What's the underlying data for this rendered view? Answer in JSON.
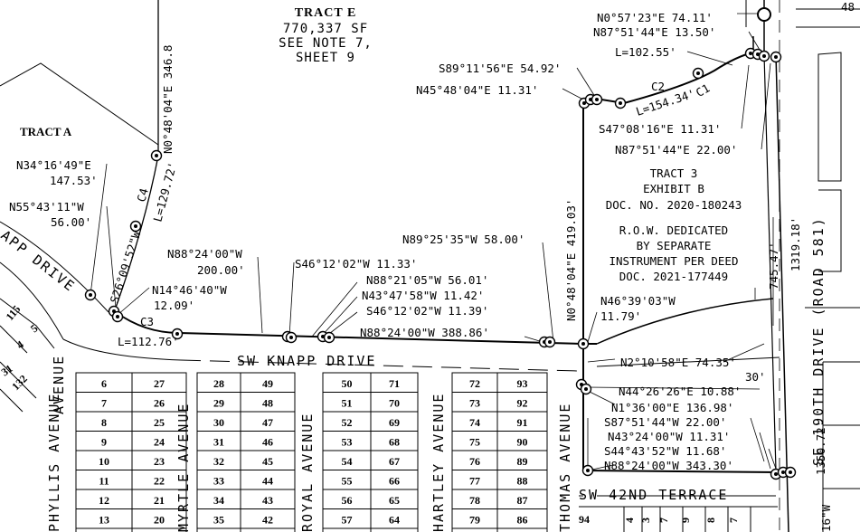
{
  "tracts": {
    "tract_e": [
      "TRACT E",
      "770,337 SF",
      "SEE NOTE 7,",
      "SHEET 9"
    ],
    "tract_a": "TRACT A",
    "tract_3": [
      "TRACT 3",
      "EXHIBIT B",
      "DOC. NO. 2020-180243"
    ],
    "row_note": [
      "R.O.W. DEDICATED",
      "BY SEPARATE",
      "INSTRUMENT PER DEED",
      "DOC. 2021-177449"
    ]
  },
  "roads": {
    "knapp": "SW KNAPP DRIVE",
    "knapp_curve": "APP DRIVE",
    "terrace": "SW 42ND TERRACE",
    "se190": "SE 190TH DRIVE (ROAD 581)",
    "phyllis": "PHYLLIS AVENUE",
    "myrtle": "MYRTLE AVENUE",
    "royal": "ROYAL AVENUE",
    "hartley": "HARTLEY AVENUE",
    "thomas": "THOMAS AVENUE",
    "avenue_left": "AVENUE"
  },
  "bearings": {
    "b01": "N0°57'23\"E  74.11'",
    "b02": "N87°51'44\"E  13.50'",
    "b03": "L=102.55'",
    "b04": "S89°11'56\"E  54.92'",
    "b05": "N45°48'04\"E  11.31'",
    "b06": "C2",
    "b07": "L=154.34'",
    "b08": "C1",
    "b09": "S47°08'16\"E  11.31'",
    "b10": "N87°51'44\"E  22.00'",
    "b11": "N0°48'04\"E  346.8",
    "b12": "N34°16'49\"E",
    "b13": "147.53'",
    "b14": "C4",
    "b15": "L=129.72'",
    "b16": "N55°43'11\"W",
    "b17": "56.00'",
    "b18": "S26°09'52\"W",
    "b19": "N14°46'40\"W",
    "b20": "12.09'",
    "b21": "C3",
    "b22": "L=112.76'",
    "b23": "N88°24'00\"W",
    "b24": "200.00'",
    "b25": "S46°12'02\"W  11.33'",
    "b26": "N88°21'05\"W  56.01'",
    "b27": "N43°47'58\"W  11.42'",
    "b28": "S46°12'02\"W  11.39'",
    "b29": "N88°24'00\"W  388.86'",
    "b30": "N89°25'35\"W  58.00'",
    "b31": "N0°48'04\"E  419.03'",
    "b32": "N46°39'03\"W",
    "b33": "11.79'",
    "b34": "745.47'",
    "b35": "1319.18'",
    "b36": "N2°10'58\"E  74.35'",
    "b37": "30'",
    "b38": "N44°26'26\"E  10.88'",
    "b39": "N1°36'00\"E  136.98'",
    "b40": "S87°51'44\"W  22.00'",
    "b41": "N43°24'00\"W  11.31'",
    "b42": "S44°43'52\"W  11.68'",
    "b43": "N88°24'00\"W  343.30'",
    "b44": "1350.72'",
    "b45": "48",
    "b46": "16\"W"
  },
  "lots": {
    "col1": [
      "6",
      "7",
      "8",
      "9",
      "10",
      "11",
      "12",
      "13"
    ],
    "col2": [
      "27",
      "26",
      "25",
      "24",
      "23",
      "22",
      "21",
      "20"
    ],
    "col3": [
      "28",
      "29",
      "30",
      "31",
      "32",
      "33",
      "34",
      "35"
    ],
    "col4": [
      "49",
      "48",
      "47",
      "46",
      "45",
      "44",
      "43",
      "42"
    ],
    "col5": [
      "50",
      "51",
      "52",
      "53",
      "54",
      "55",
      "56",
      "57"
    ],
    "col6": [
      "71",
      "70",
      "69",
      "68",
      "67",
      "66",
      "65",
      "64"
    ],
    "col7": [
      "72",
      "73",
      "74",
      "75",
      "76",
      "77",
      "78",
      "79"
    ],
    "col8": [
      "93",
      "92",
      "91",
      "90",
      "89",
      "88",
      "87",
      "86"
    ],
    "left_lots": [
      "115",
      "5",
      "4",
      "31",
      "132"
    ],
    "bottom_right": [
      "94",
      "4",
      "3",
      "7",
      "9",
      "8",
      "7"
    ]
  }
}
